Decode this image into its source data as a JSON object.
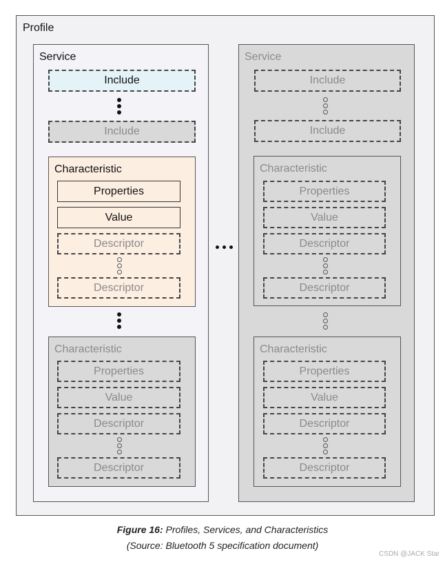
{
  "profile": {
    "label": "Profile"
  },
  "service_left": {
    "label": "Service",
    "include_top": "Include",
    "include_bottom": "Include",
    "characteristic_1": {
      "label": "Characteristic",
      "properties": "Properties",
      "value": "Value",
      "descriptor_top": "Descriptor",
      "descriptor_bottom": "Descriptor"
    },
    "characteristic_2": {
      "label": "Characteristic",
      "properties": "Properties",
      "value": "Value",
      "descriptor_top": "Descriptor",
      "descriptor_bottom": "Descriptor"
    }
  },
  "service_right": {
    "label": "Service",
    "include_top": "Include",
    "include_bottom": "Include",
    "characteristic_1": {
      "label": "Characteristic",
      "properties": "Properties",
      "value": "Value",
      "descriptor_top": "Descriptor",
      "descriptor_bottom": "Descriptor"
    },
    "characteristic_2": {
      "label": "Characteristic",
      "properties": "Properties",
      "value": "Value",
      "descriptor_top": "Descriptor",
      "descriptor_bottom": "Descriptor"
    }
  },
  "caption": {
    "figure_label": "Figure 16:",
    "figure_title": " Profiles, Services, and Characteristics",
    "source": "(Source: Bluetooth 5 specification document)"
  },
  "watermark": "CSDN @JACK Star",
  "colors": {
    "include_highlight": "#e4f3f8",
    "characteristic_highlight": "#fdeee2",
    "inactive_fill": "#d9d9d9"
  }
}
